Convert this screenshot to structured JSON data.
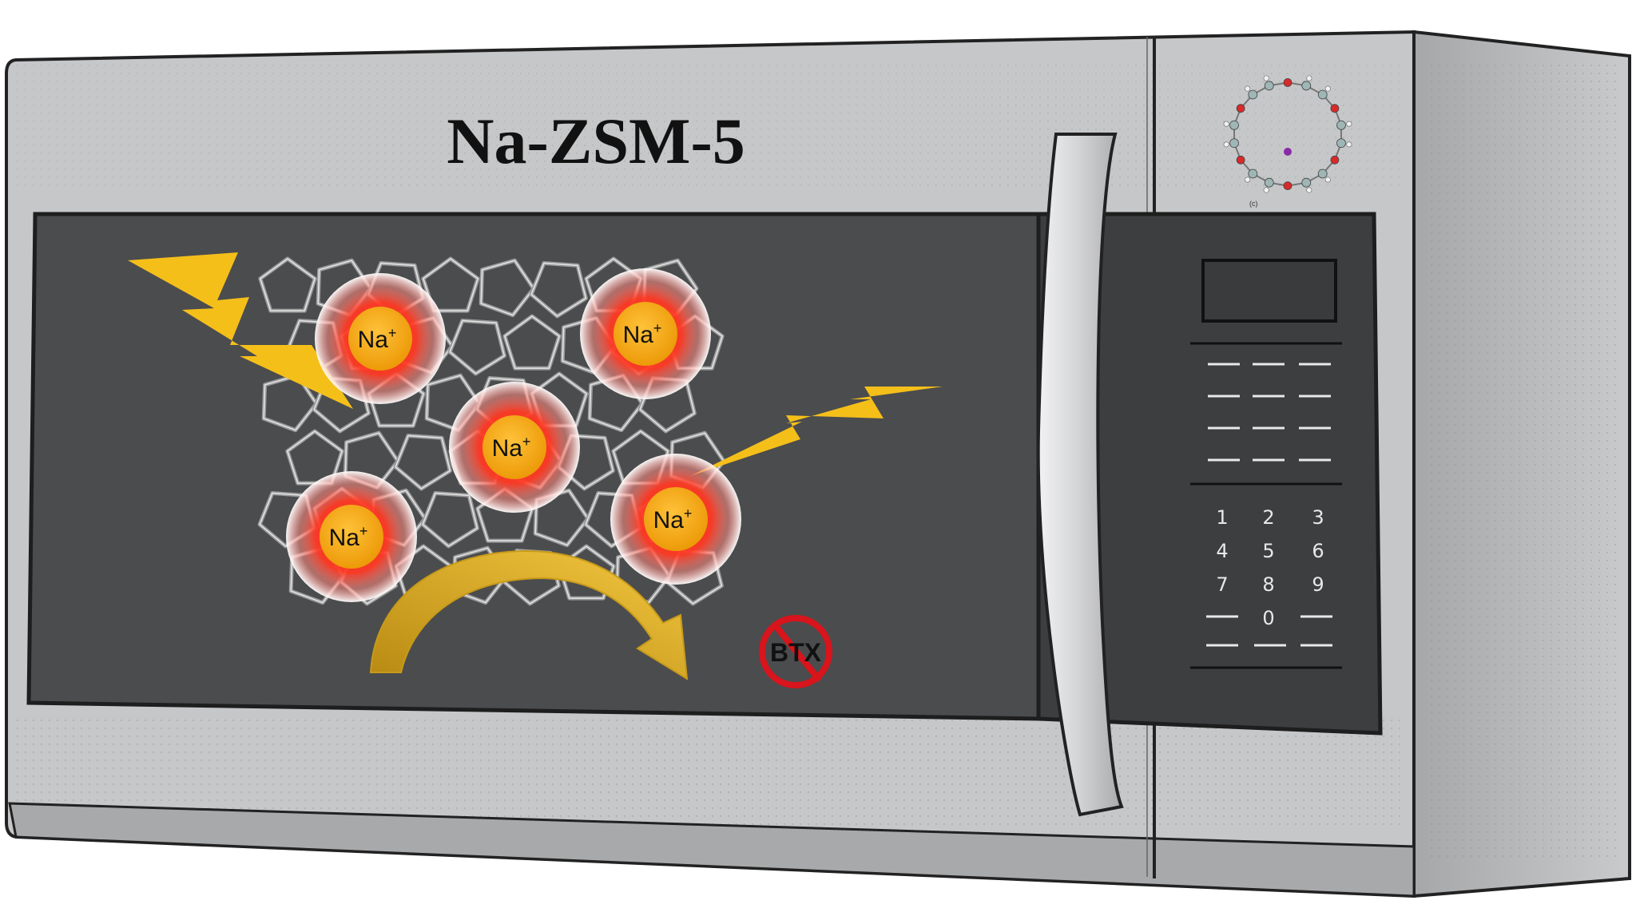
{
  "title": "Na-ZSM-5",
  "ion_label": "Na",
  "ion_charge": "+",
  "no_product_label": "BTX",
  "molecule_caption": "(c)",
  "keypad": {
    "keys": [
      "1",
      "2",
      "3",
      "4",
      "5",
      "6",
      "7",
      "8",
      "9",
      "0"
    ]
  },
  "colors": {
    "body": "#c6c7c9",
    "body_side": "#b3b4b6",
    "window": "#4b4c4e",
    "control_panel": "#3d3e40",
    "handle": "#dcdddf",
    "bolt": "#f5bf1a",
    "ion_core": "#f2a30f",
    "ion_glow": "#ff2a1a",
    "arrow": "#e0b028",
    "prohibit": "#d8141c",
    "framework": "#9a9a9a",
    "atom_o": "#d82a2a",
    "atom_si": "#9fb6b6",
    "atom_h": "#f2f2f2",
    "atom_na": "#8a2aa8"
  }
}
